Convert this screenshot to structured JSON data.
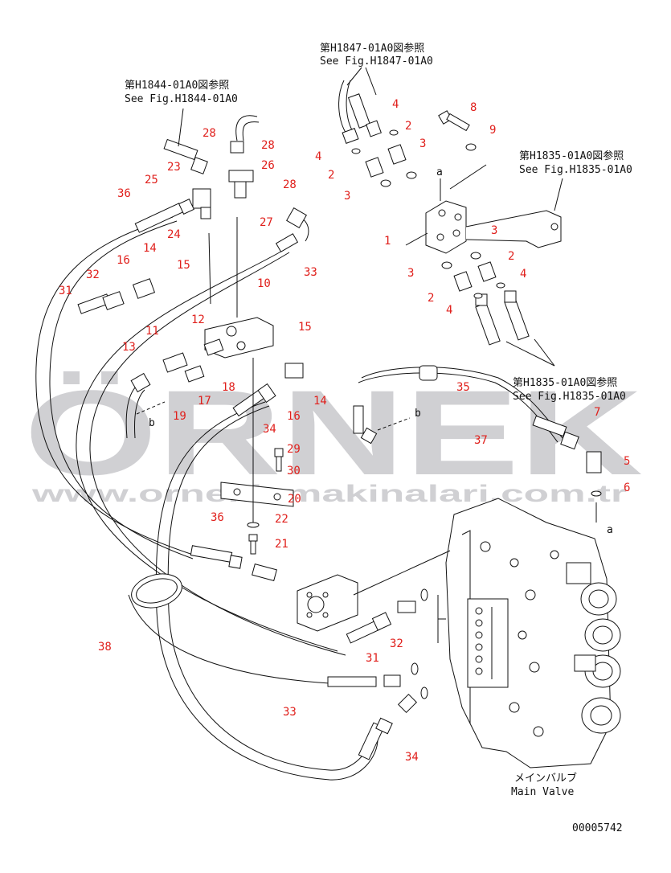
{
  "references": {
    "fig_1847_jp": "第H1847-01A0図参照",
    "fig_1847_en": "See Fig.H1847-01A0",
    "fig_1844_jp": "第H1844-01A0図参照",
    "fig_1844_en": "See Fig.H1844-01A0",
    "fig_1835a_jp": "第H1835-01A0図参照",
    "fig_1835a_en": "See Fig.H1835-01A0",
    "fig_1835b_jp": "第H1835-01A0図参照",
    "fig_1835b_en": "See Fig.H1835-01A0"
  },
  "main_valve": {
    "jp": "メインバルブ",
    "en": "Main Valve"
  },
  "drawing_number": "00005742",
  "connectors": {
    "a1": "a",
    "a2": "a",
    "b1": "b",
    "b2": "b"
  },
  "watermark": {
    "brand": "ÖRNEK",
    "url": "www.ornekismakinalari.com.tr"
  },
  "part_labels": [
    "1",
    "2",
    "2",
    "2",
    "2",
    "3",
    "3",
    "3",
    "3",
    "4",
    "4",
    "4",
    "4",
    "5",
    "6",
    "7",
    "8",
    "9",
    "10",
    "11",
    "12",
    "13",
    "14",
    "14",
    "15",
    "15",
    "16",
    "16",
    "17",
    "18",
    "19",
    "20",
    "21",
    "22",
    "23",
    "24",
    "25",
    "26",
    "27",
    "28",
    "28",
    "28",
    "29",
    "30",
    "31",
    "31",
    "32",
    "32",
    "33",
    "33",
    "34",
    "34",
    "35",
    "36",
    "36",
    "37",
    "38"
  ],
  "colors": {
    "label": "#e0201c",
    "line": "#111111",
    "watermark": "#c8c8cc",
    "watermark_accent": "#e8c23a"
  }
}
